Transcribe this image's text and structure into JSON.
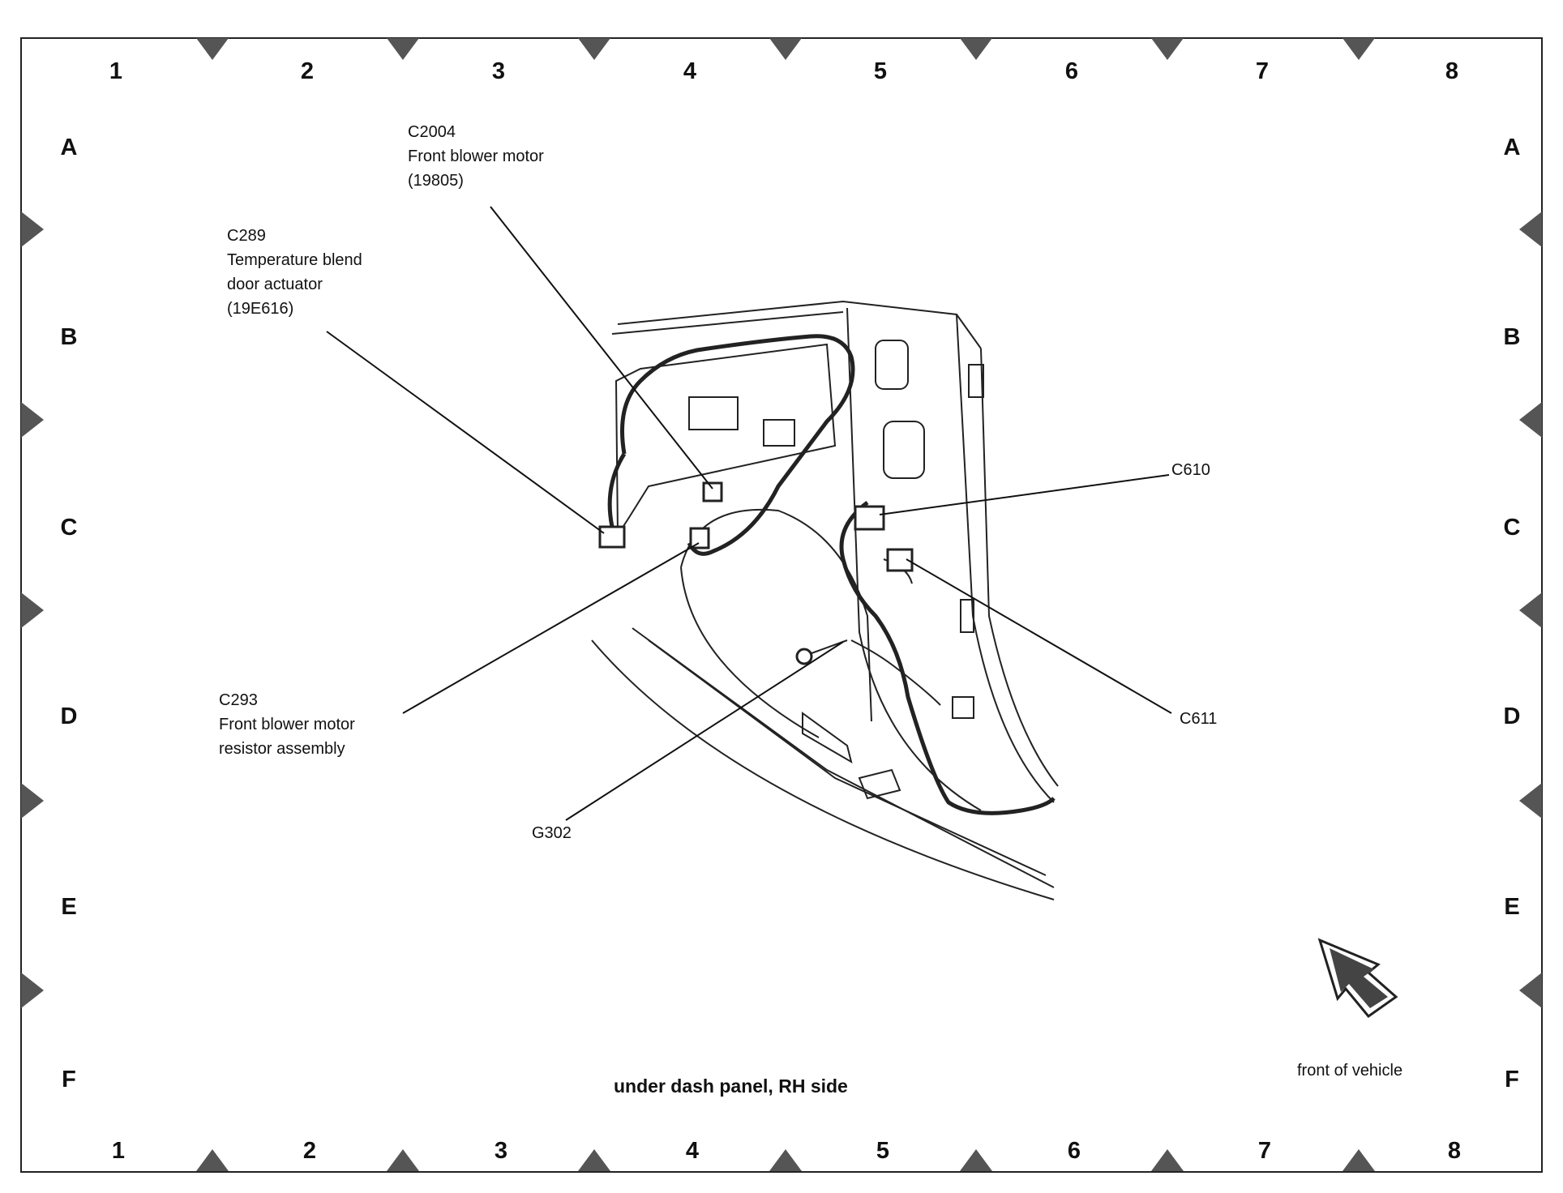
{
  "grid": {
    "columns": [
      "1",
      "2",
      "3",
      "4",
      "5",
      "6",
      "7",
      "8"
    ],
    "rows": [
      "A",
      "B",
      "C",
      "D",
      "E",
      "F"
    ]
  },
  "callouts": {
    "c2004": {
      "id": "C2004",
      "line1": "Front blower motor",
      "line2": "(19805)"
    },
    "c289": {
      "id": "C289",
      "line1": "Temperature blend",
      "line2": "door actuator",
      "line3": "(19E616)"
    },
    "c293": {
      "id": "C293",
      "line1": "Front blower motor",
      "line2": "resistor assembly"
    },
    "c610": {
      "id": "C610"
    },
    "c611": {
      "id": "C611"
    },
    "g302": {
      "id": "G302"
    }
  },
  "view_title": "under dash panel, RH side",
  "orientation": {
    "label": "front of vehicle",
    "icon": "arrow-icon"
  },
  "colors": {
    "ink": "#222222",
    "marker": "#555555",
    "paper": "#ffffff"
  }
}
